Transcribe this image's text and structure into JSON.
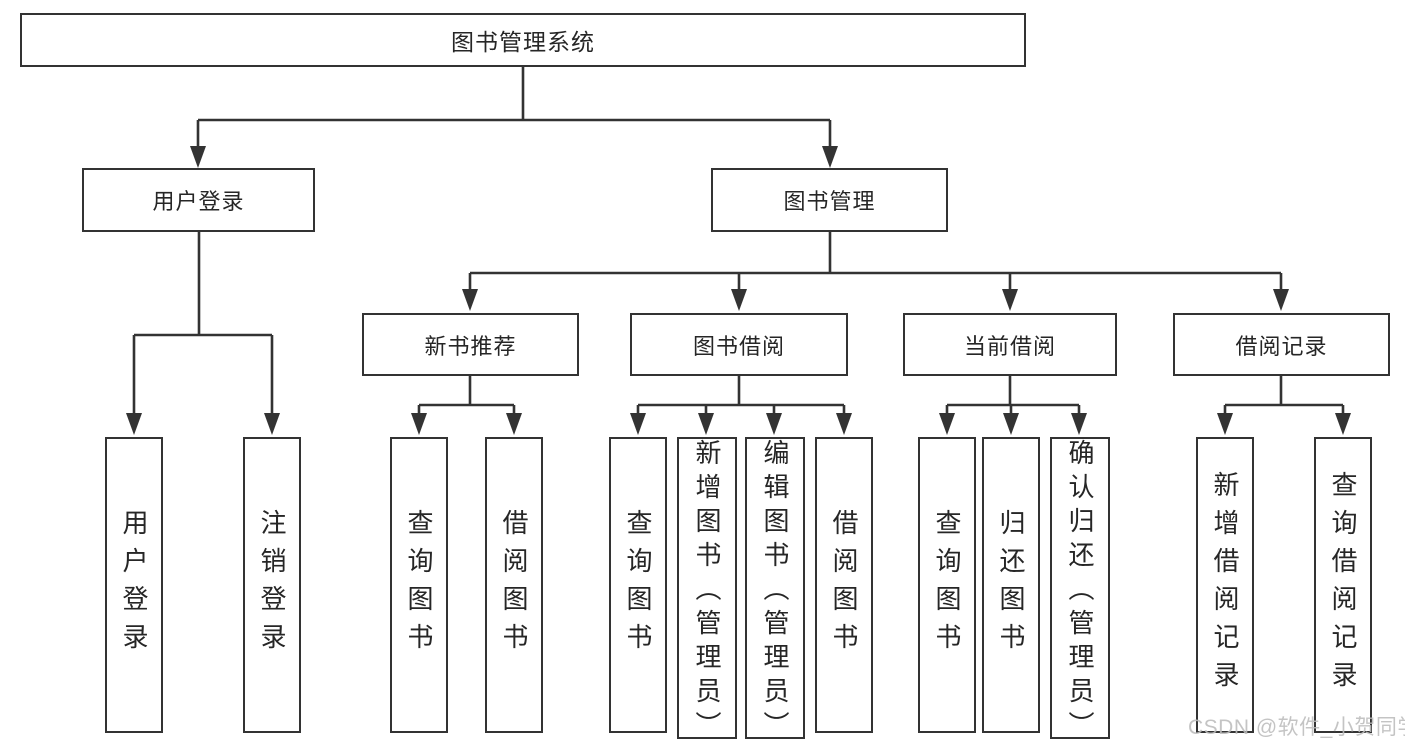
{
  "diagram": {
    "root": {
      "label": "图书管理系统"
    },
    "branches": [
      {
        "label": "用户登录",
        "children": [
          {
            "label": "用户登录"
          },
          {
            "label": "注销登录"
          }
        ]
      },
      {
        "label": "图书管理",
        "children": [
          {
            "label": "新书推荐",
            "children": [
              {
                "label": "查询图书"
              },
              {
                "label": "借阅图书"
              }
            ]
          },
          {
            "label": "图书借阅",
            "children": [
              {
                "label": "查询图书"
              },
              {
                "label": "新增图书（管理员）"
              },
              {
                "label": "编辑图书（管理员）"
              },
              {
                "label": "借阅图书"
              }
            ]
          },
          {
            "label": "当前借阅",
            "children": [
              {
                "label": "查询图书"
              },
              {
                "label": "归还图书"
              },
              {
                "label": "确认归还（管理员）"
              }
            ]
          },
          {
            "label": "借阅记录",
            "children": [
              {
                "label": "新增借阅记录"
              },
              {
                "label": "查询借阅记录"
              }
            ]
          }
        ]
      }
    ]
  },
  "watermark": {
    "text": "CSDN @软件_小贺同学"
  },
  "colors": {
    "line": "#333333",
    "border": "#333333",
    "text": "#262626",
    "background": "#ffffff",
    "watermark": "#bdbdbd"
  }
}
